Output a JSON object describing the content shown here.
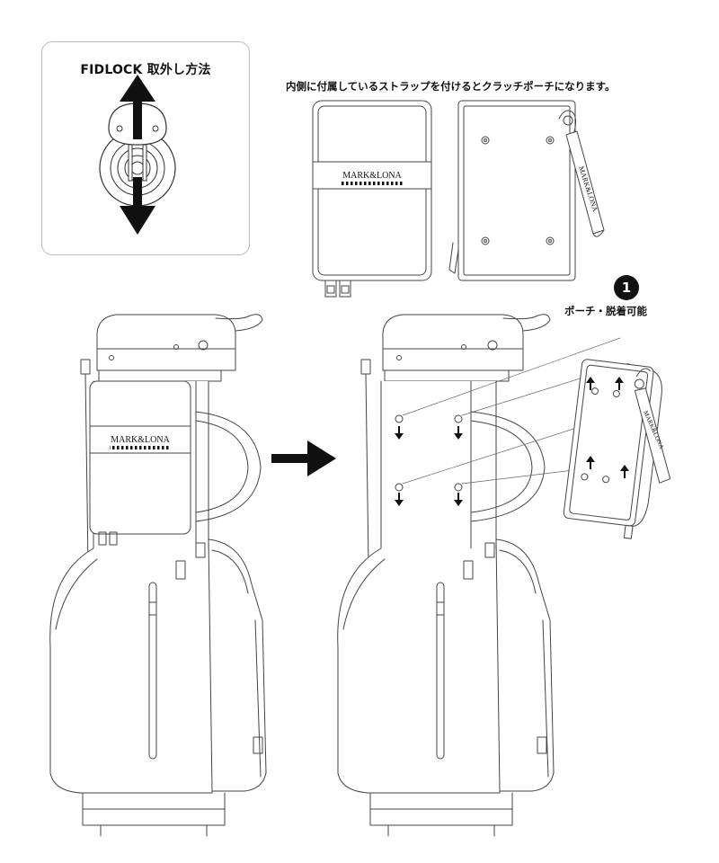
{
  "fidlock": {
    "title": "FIDLOCK 取外し方法"
  },
  "pouch_note": {
    "text": "内側に付属しているストラップを付けるとクラッチポーチになります。"
  },
  "callout": {
    "number": "1",
    "label": "ポーチ・脱着可能"
  },
  "brand": {
    "logo_text": "MARK&LONA",
    "strap_text": "MARK&LONA"
  }
}
